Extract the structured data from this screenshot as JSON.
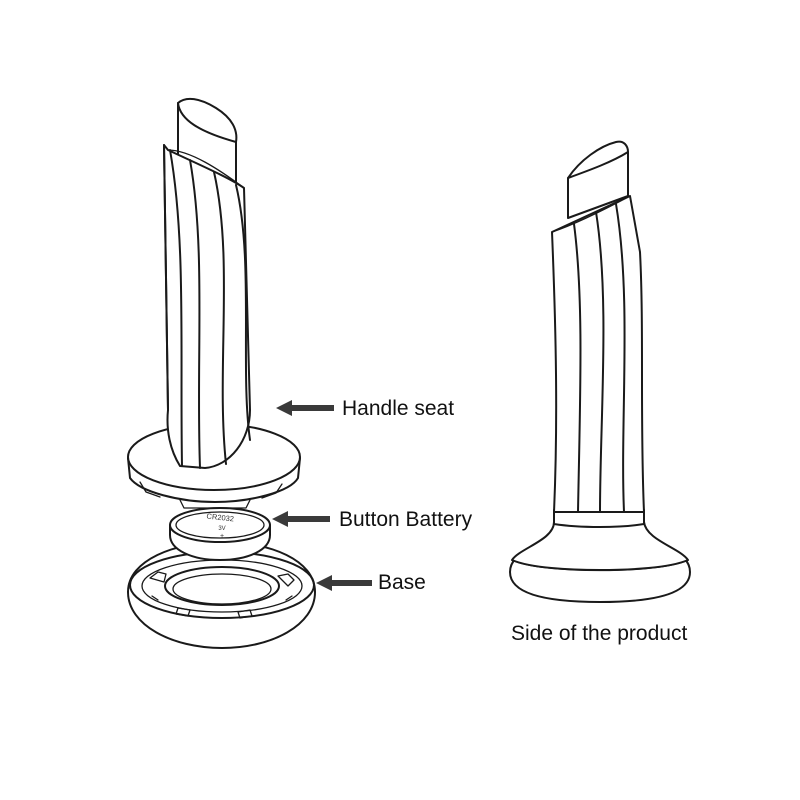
{
  "labels": {
    "handle_seat": "Handle seat",
    "button_battery": "Button Battery",
    "base": "Base",
    "side_of_product": "Side of the product"
  },
  "battery_markings": {
    "model": "CR2032",
    "voltage": "3V",
    "polarity": "+"
  },
  "colors": {
    "line": "#1a1a1a",
    "arrow": "#3a3a3a",
    "background": "#ffffff"
  }
}
